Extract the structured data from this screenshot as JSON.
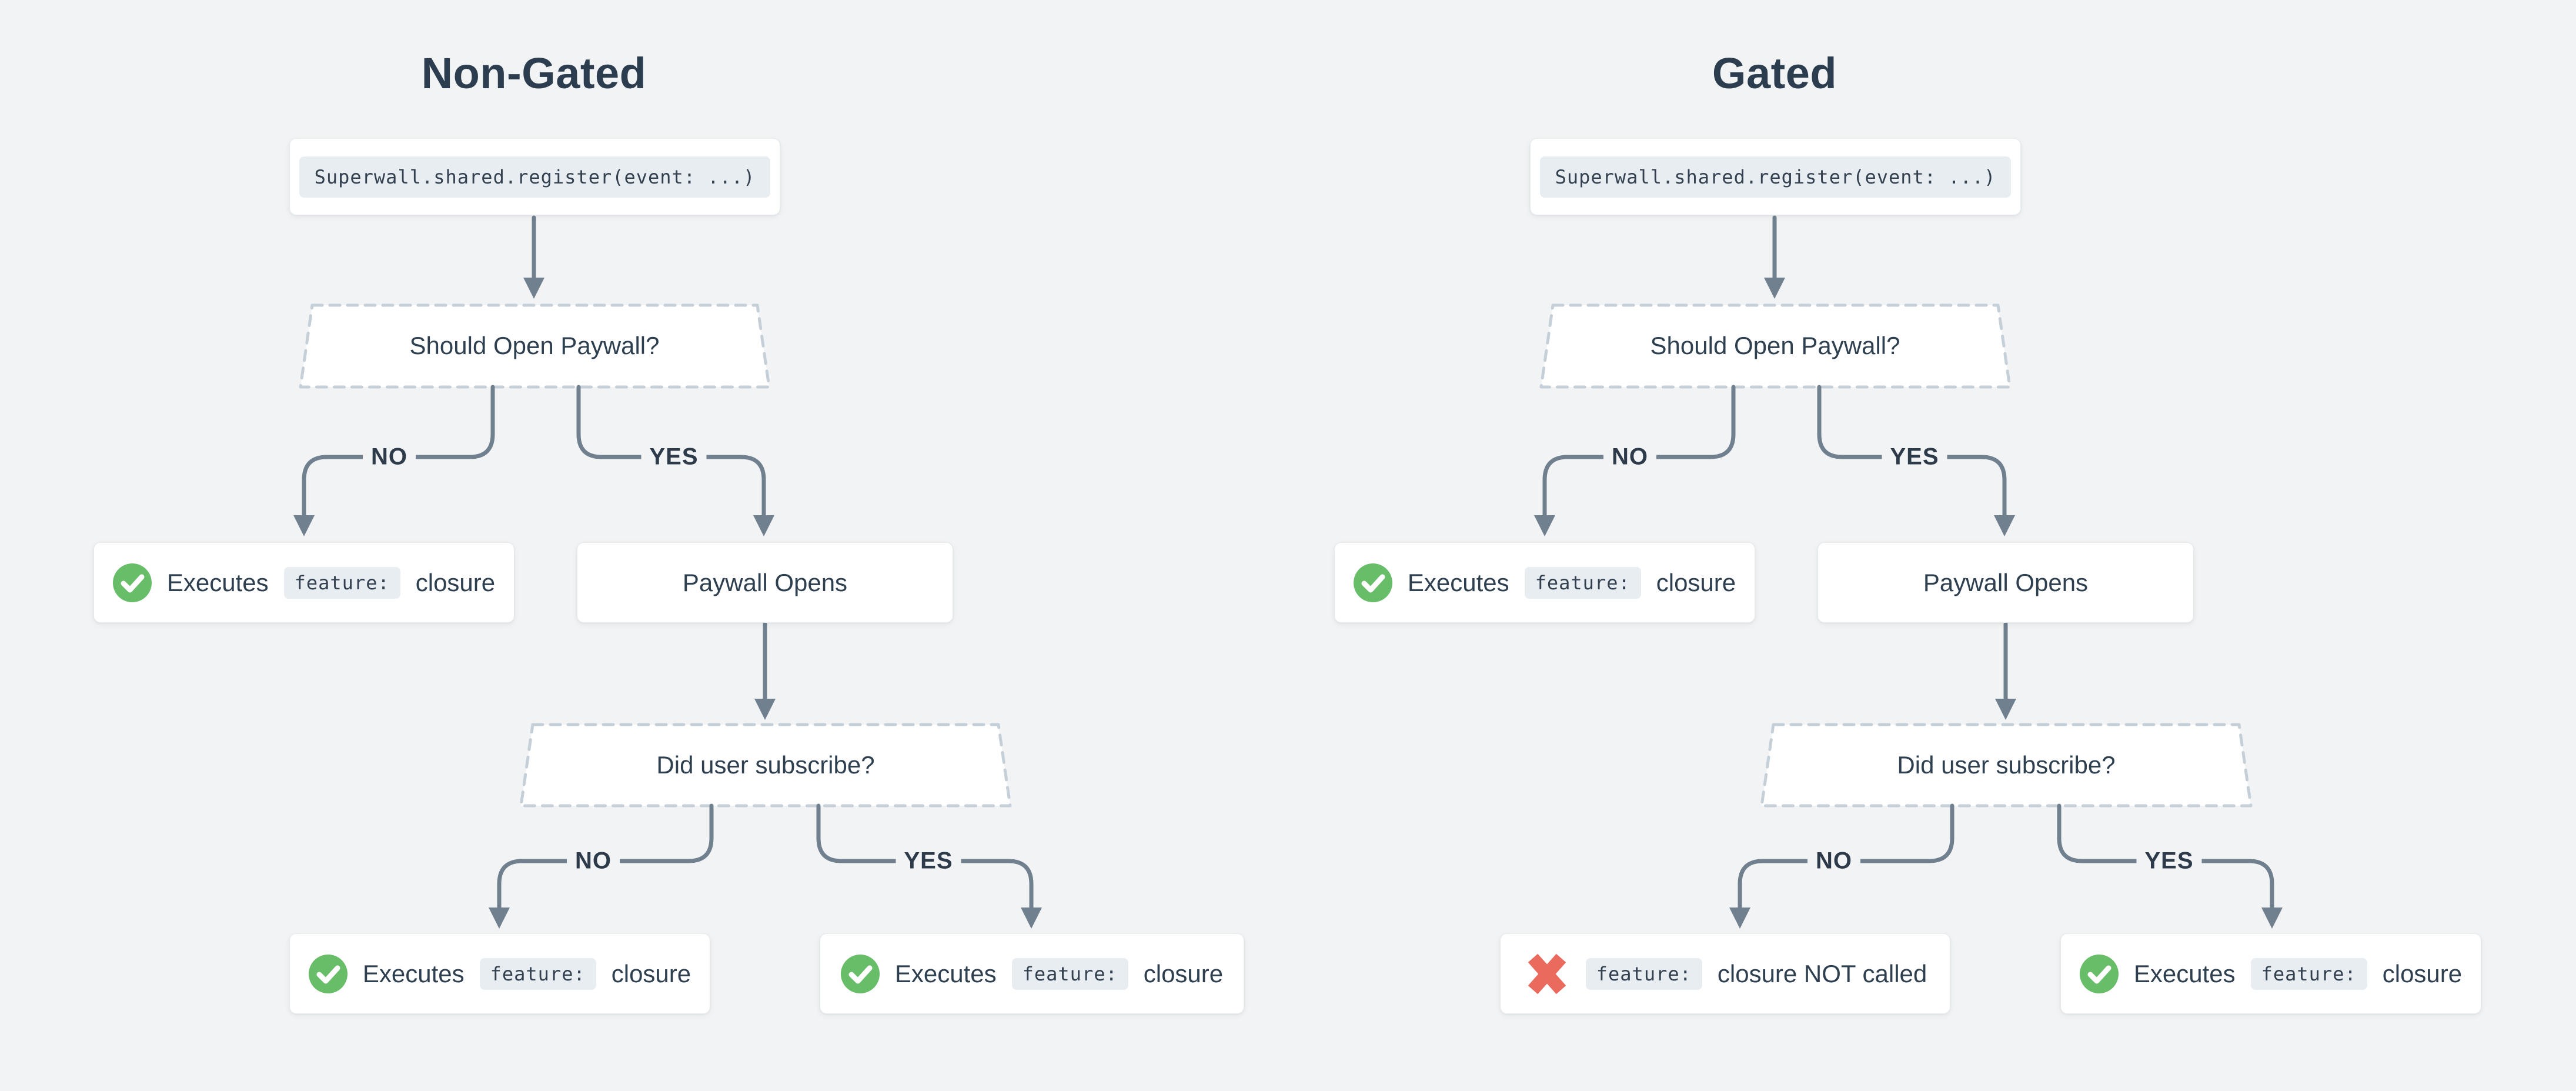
{
  "background": "#f1f3f4",
  "colors": {
    "line": "#70808f",
    "text": "#2e3f50",
    "dashed_border": "#c5cfd8",
    "chip_background": "#e8edf2",
    "success_green": "#68bd69",
    "error_red": "#ea6a5e",
    "node_background": "#ffffff"
  },
  "columns": [
    {
      "title": "Non-Gated",
      "code_node": "Superwall.shared.register(event: ...)",
      "decision_paywall": "Should Open Paywall?",
      "decision_subscribe": "Did user subscribe?",
      "paywall_node": "Paywall Opens",
      "edge_labels": {
        "no": "NO",
        "yes": "YES"
      },
      "results": {
        "paywall_no": {
          "icon": "check-circle",
          "prefix": "Executes",
          "chip": "feature:",
          "suffix": "closure"
        },
        "subscribe_no": {
          "icon": "check-circle",
          "prefix": "Executes",
          "chip": "feature:",
          "suffix": "closure"
        },
        "subscribe_yes": {
          "icon": "check-circle",
          "prefix": "Executes",
          "chip": "feature:",
          "suffix": "closure"
        }
      }
    },
    {
      "title": "Gated",
      "code_node": "Superwall.shared.register(event: ...)",
      "decision_paywall": "Should Open Paywall?",
      "decision_subscribe": "Did user subscribe?",
      "paywall_node": "Paywall Opens",
      "edge_labels": {
        "no": "NO",
        "yes": "YES"
      },
      "results": {
        "paywall_no": {
          "icon": "check-circle",
          "prefix": "Executes",
          "chip": "feature:",
          "suffix": "closure"
        },
        "subscribe_no": {
          "icon": "cross",
          "chip": "feature:",
          "suffix": "closure NOT called"
        },
        "subscribe_yes": {
          "icon": "check-circle",
          "prefix": "Executes",
          "chip": "feature:",
          "suffix": "closure"
        }
      }
    }
  ]
}
